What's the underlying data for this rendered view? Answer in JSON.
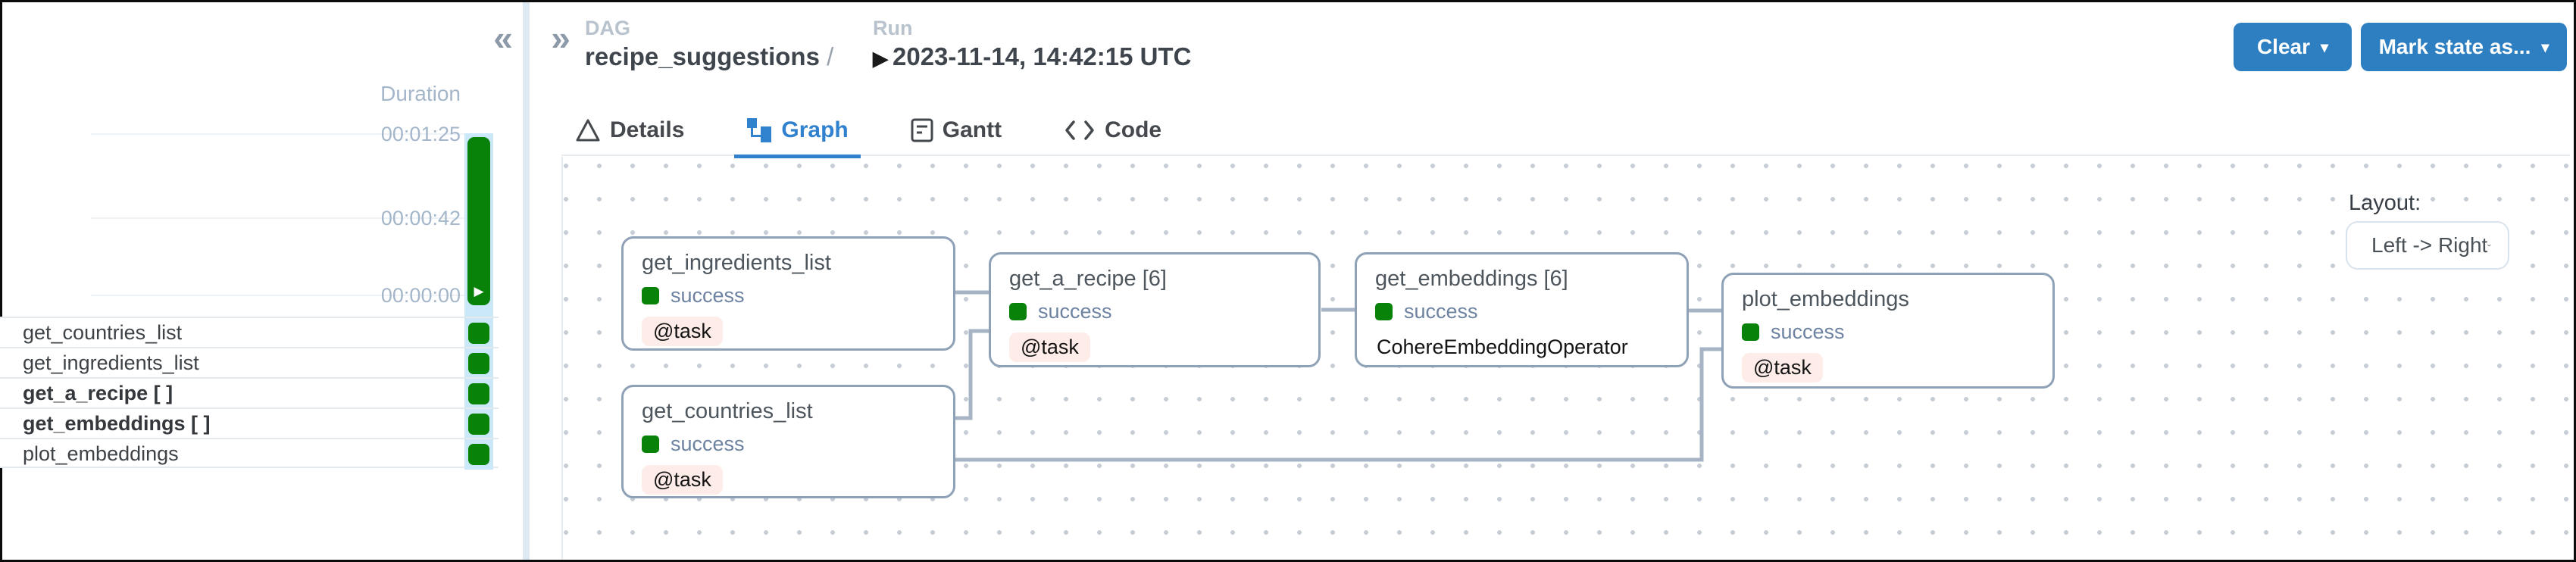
{
  "left_panel": {
    "collapse_icon": "«",
    "duration_label": "Duration",
    "axis_ticks": [
      "00:01:25",
      "00:00:42",
      "00:00:00"
    ],
    "run_bar": {
      "status": "success",
      "color": "#088208",
      "play_icon": "▶"
    },
    "tasks": [
      {
        "label": "get_countries_list",
        "status": "success"
      },
      {
        "label": "get_ingredients_list",
        "status": "success"
      },
      {
        "label": "get_a_recipe [ ]",
        "status": "success"
      },
      {
        "label": "get_embeddings [ ]",
        "status": "success"
      },
      {
        "label": "plot_embeddings",
        "status": "success"
      }
    ]
  },
  "header": {
    "expand_icon": "»",
    "dag_label": "DAG",
    "dag_name": "recipe_suggestions",
    "separator": " /",
    "run_label": "Run",
    "run_play_icon": "▶",
    "run_value": "2023-11-14, 14:42:15 UTC",
    "clear_button": "Clear",
    "mark_state_button": "Mark state as...",
    "button_caret": "▾",
    "button_color": "#2e7fc2"
  },
  "tabs": [
    {
      "label": "Details",
      "icon": "warning-triangle-icon",
      "active": false
    },
    {
      "label": "Graph",
      "icon": "graph-nodes-icon",
      "active": true
    },
    {
      "label": "Gantt",
      "icon": "gantt-document-icon",
      "active": false
    },
    {
      "label": "Code",
      "icon": "code-brackets-icon",
      "active": false
    }
  ],
  "graph": {
    "accent_active_tab": "#3182ce",
    "edge_color": "#a6b4c5",
    "success_color": "#088208",
    "task_badge_bg": "#fdece7",
    "layout_label": "Layout:",
    "layout_value": "Left -> Right",
    "nodes": [
      {
        "title": "get_ingredients_list",
        "status": "success",
        "badge": "@task"
      },
      {
        "title": "get_a_recipe [6]",
        "status": "success",
        "badge": "@task"
      },
      {
        "title": "get_embeddings [6]",
        "status": "success",
        "badge": "CohereEmbeddingOperator"
      },
      {
        "title": "plot_embeddings",
        "status": "success",
        "badge": "@task"
      },
      {
        "title": "get_countries_list",
        "status": "success",
        "badge": "@task"
      }
    ],
    "edges": [
      "get_ingredients_list -> get_a_recipe",
      "get_countries_list -> get_a_recipe",
      "get_a_recipe -> get_embeddings",
      "get_embeddings -> plot_embeddings",
      "get_countries_list -> plot_embeddings"
    ]
  }
}
